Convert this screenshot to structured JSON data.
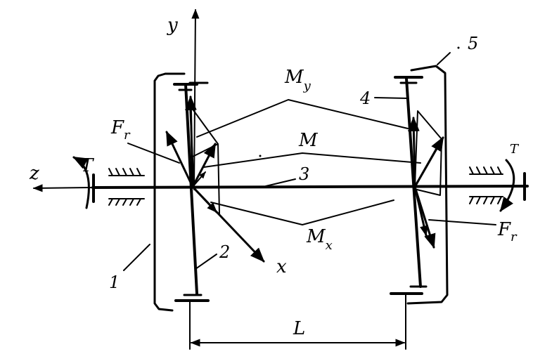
{
  "labels": {
    "y_axis": "y",
    "z_axis": "z",
    "x_axis": "x",
    "torque_left": "T",
    "torque_right": "T",
    "force_left": {
      "main": "F",
      "sub": "r"
    },
    "force_right": {
      "main": "F",
      "sub": "r"
    },
    "moment_y": {
      "main": "M",
      "sub": "y"
    },
    "moment": "M",
    "moment_x": {
      "main": "M",
      "sub": "x"
    },
    "length": "L",
    "part_1": "1",
    "part_2": "2",
    "part_3": "3",
    "part_4": "4",
    "part_5": "5"
  }
}
